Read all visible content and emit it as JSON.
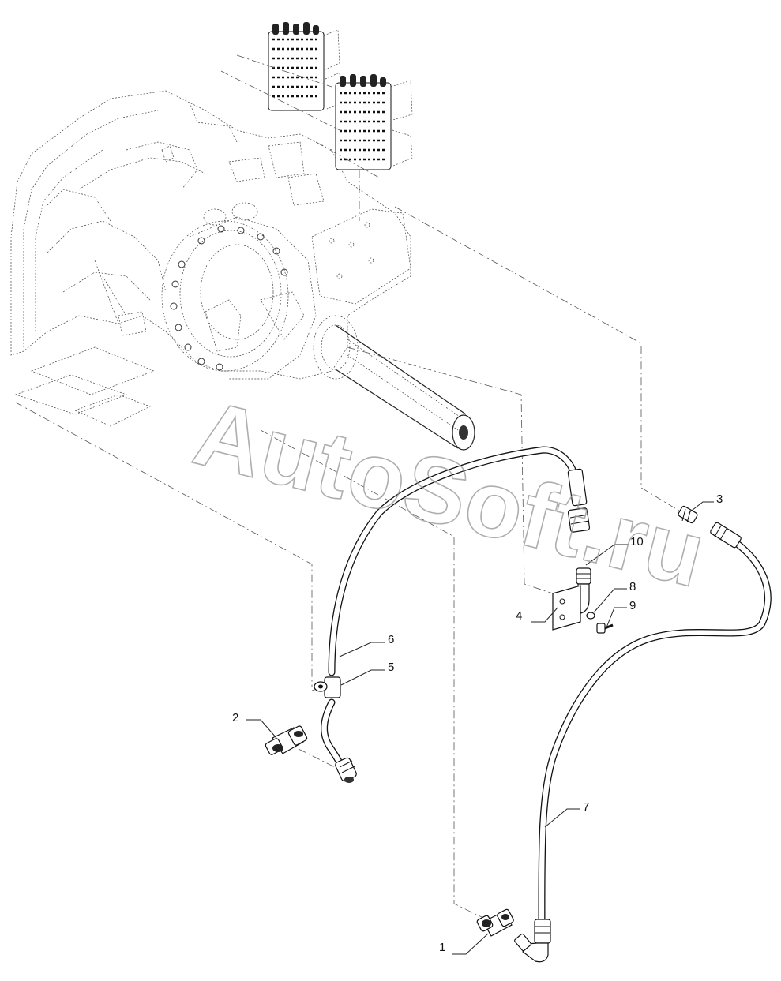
{
  "watermark": "AutoSoft.ru",
  "part_labels": {
    "p1": "1",
    "p2": "2",
    "p3": "3",
    "p4": "4",
    "p5": "5",
    "p6": "6",
    "p7": "7",
    "p8": "8",
    "p9": "9",
    "p10": "10"
  }
}
